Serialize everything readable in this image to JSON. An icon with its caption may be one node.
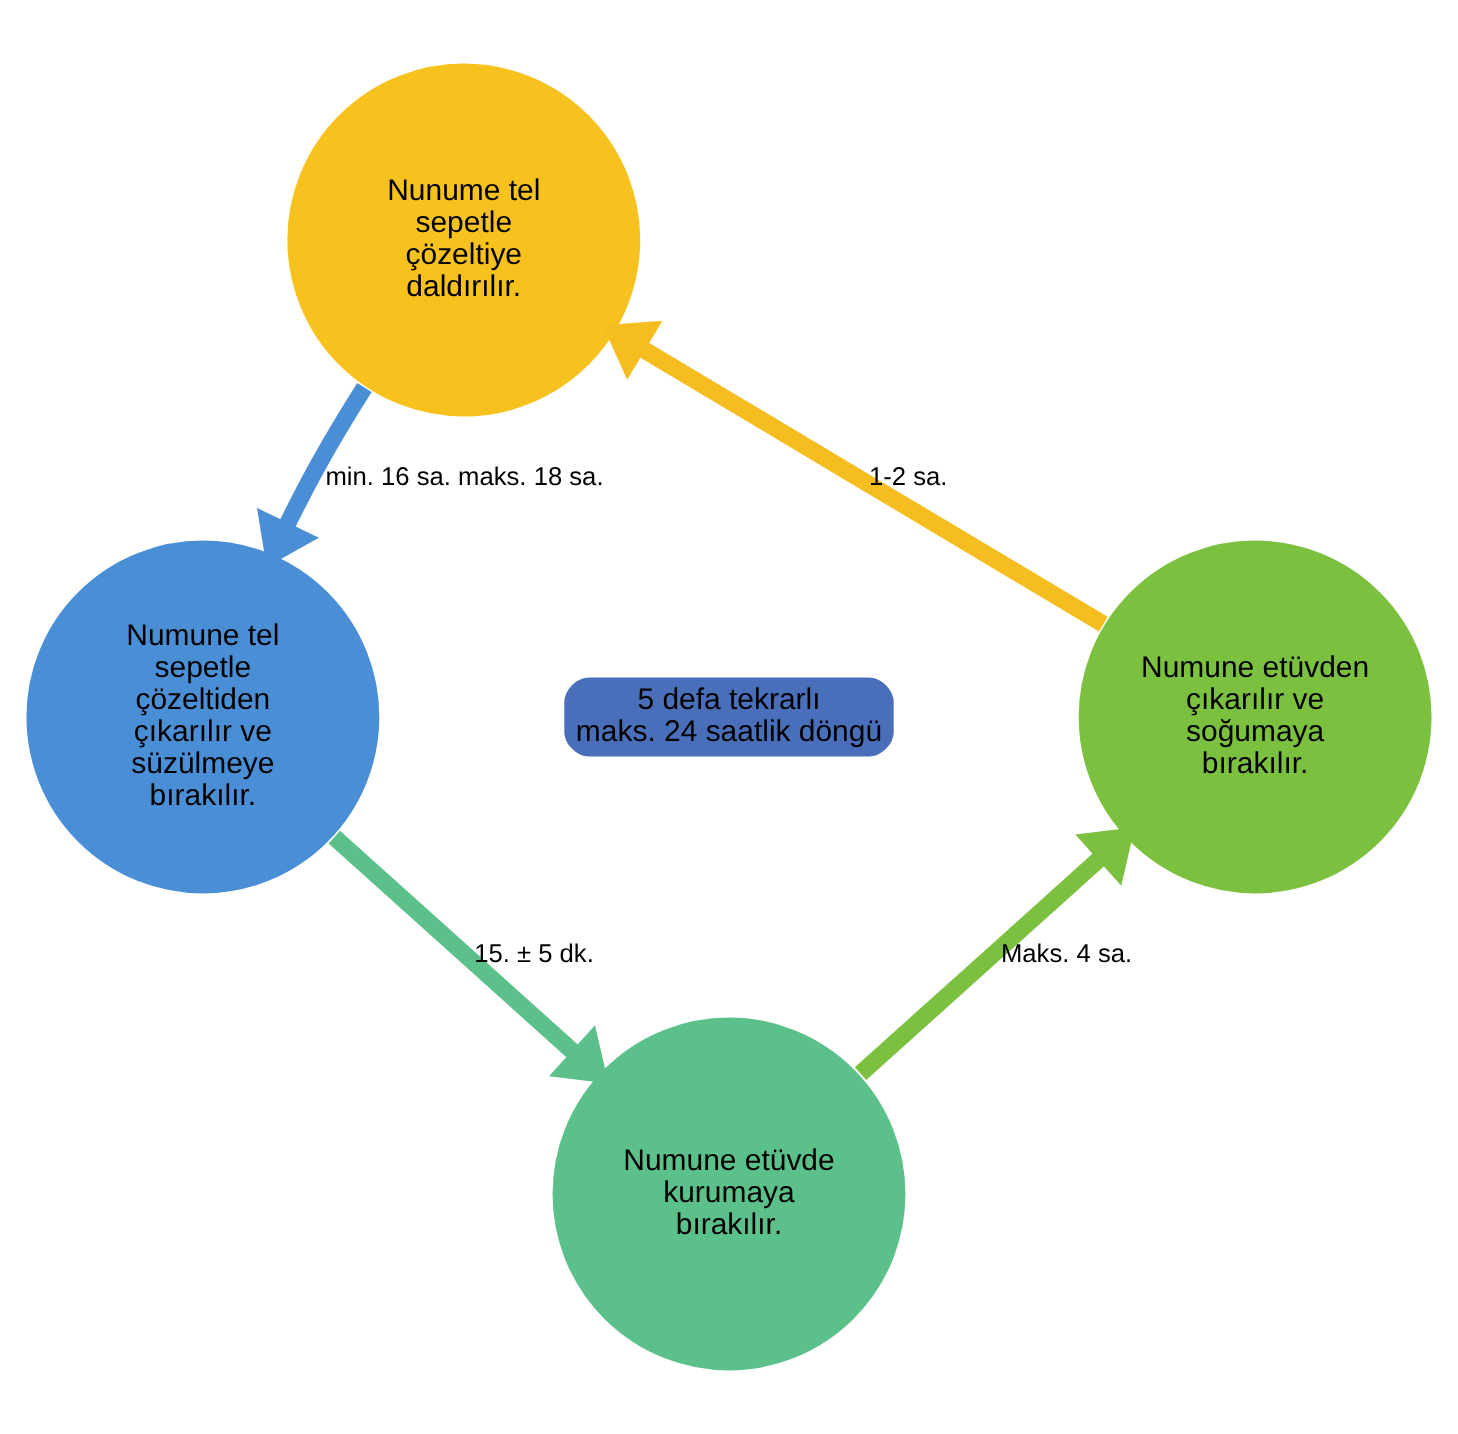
{
  "diagram": {
    "nodes": [
      {
        "text": [
          "Nunume tel sepetle çözeltiye daldırılır."
        ]
      },
      {
        "text": [
          "Numune tel sepetle çözeltiden çıkarılır ve süzülmeye bırakılır."
        ]
      },
      {
        "text": [
          "Numune etüvde kurumaya bırakılır."
        ]
      },
      {
        "text": [
          "Numune etüvden çıkarılır ve soğumaya bırakılır."
        ]
      },
      {
        "text": [
          "5 defa tekrarlı",
          "maks. 24 saatlik döngü"
        ]
      }
    ],
    "edges": [
      {
        "from": 0,
        "to": 1,
        "arrow": "to",
        "label": "min. 16 sa. maks. 18 sa.",
        "color": "#4a8fd6"
      },
      {
        "from": 1,
        "to": 2,
        "arrow": "to",
        "label": "15. ± 5 dk.",
        "color": "#5cc08a"
      },
      {
        "from": 2,
        "to": 3,
        "arrow": "to",
        "label": "Maks. 4 sa.",
        "color": "#7cc040"
      },
      {
        "from": 3,
        "to": 0,
        "arrow": "to",
        "label": "1-2 sa.",
        "color": "#f5bd1f"
      }
    ]
  }
}
